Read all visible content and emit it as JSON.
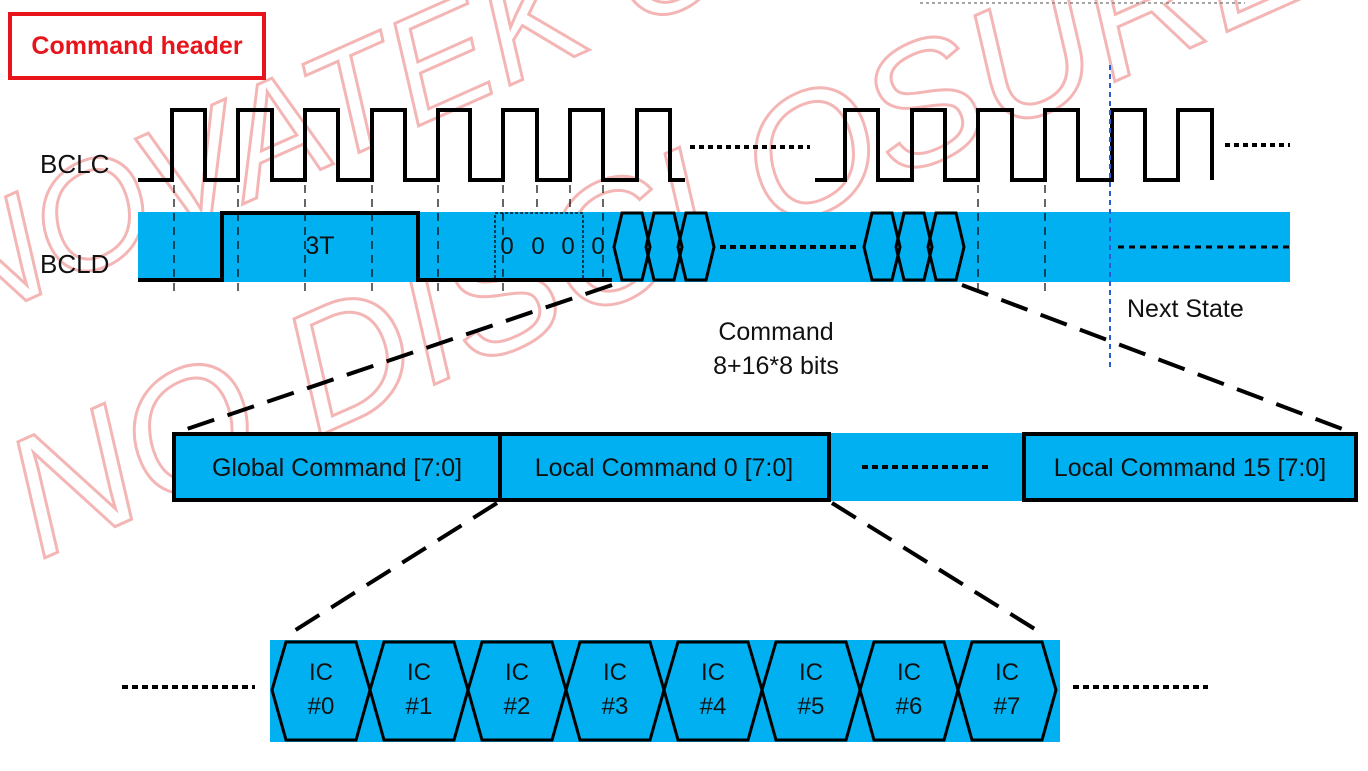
{
  "header": {
    "title": "Command header"
  },
  "watermark": {
    "line1": "NOVATEK CONFIDENTIAL",
    "line2": "NO DISCLOSURE",
    "color": "#f6b8b8"
  },
  "colors": {
    "accent": "#00b0f0",
    "line": "#000000",
    "marker": "#2a5bd7",
    "header": "#e8141b"
  },
  "signals": {
    "clock": "BCLC",
    "data": "BCLD"
  },
  "timing": {
    "start_label": "3T",
    "zero_bits": [
      "0",
      "0",
      "0",
      "0"
    ],
    "command_label": "Command",
    "command_bits": "8+16*8 bits",
    "next_state": "Next State"
  },
  "command_fields": [
    {
      "label": "Global Command [7:0]"
    },
    {
      "label": "Local Command 0 [7:0]"
    },
    {
      "label": "Local Command 15 [7:0]"
    }
  ],
  "ic_slots": [
    {
      "line1": "IC",
      "line2": "#0"
    },
    {
      "line1": "IC",
      "line2": "#1"
    },
    {
      "line1": "IC",
      "line2": "#2"
    },
    {
      "line1": "IC",
      "line2": "#3"
    },
    {
      "line1": "IC",
      "line2": "#4"
    },
    {
      "line1": "IC",
      "line2": "#5"
    },
    {
      "line1": "IC",
      "line2": "#6"
    },
    {
      "line1": "IC",
      "line2": "#7"
    }
  ]
}
